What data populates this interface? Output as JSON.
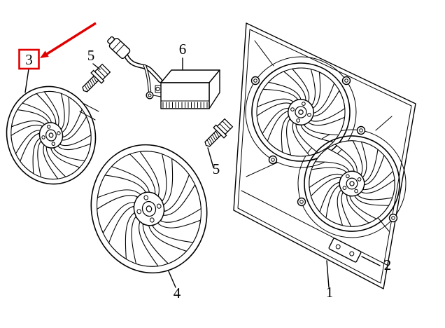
{
  "diagram": {
    "background_color": "#ffffff",
    "line_color": "#000000",
    "highlight_color": "#e10000",
    "callouts": {
      "shroud": {
        "label": "1"
      },
      "bracket": {
        "label": "2"
      },
      "fan_left": {
        "label": "3",
        "highlighted": true
      },
      "fan_main": {
        "label": "4"
      },
      "bolt_top": {
        "label": "5"
      },
      "bolt_mid": {
        "label": "5"
      },
      "control_module": {
        "label": "6"
      }
    }
  }
}
